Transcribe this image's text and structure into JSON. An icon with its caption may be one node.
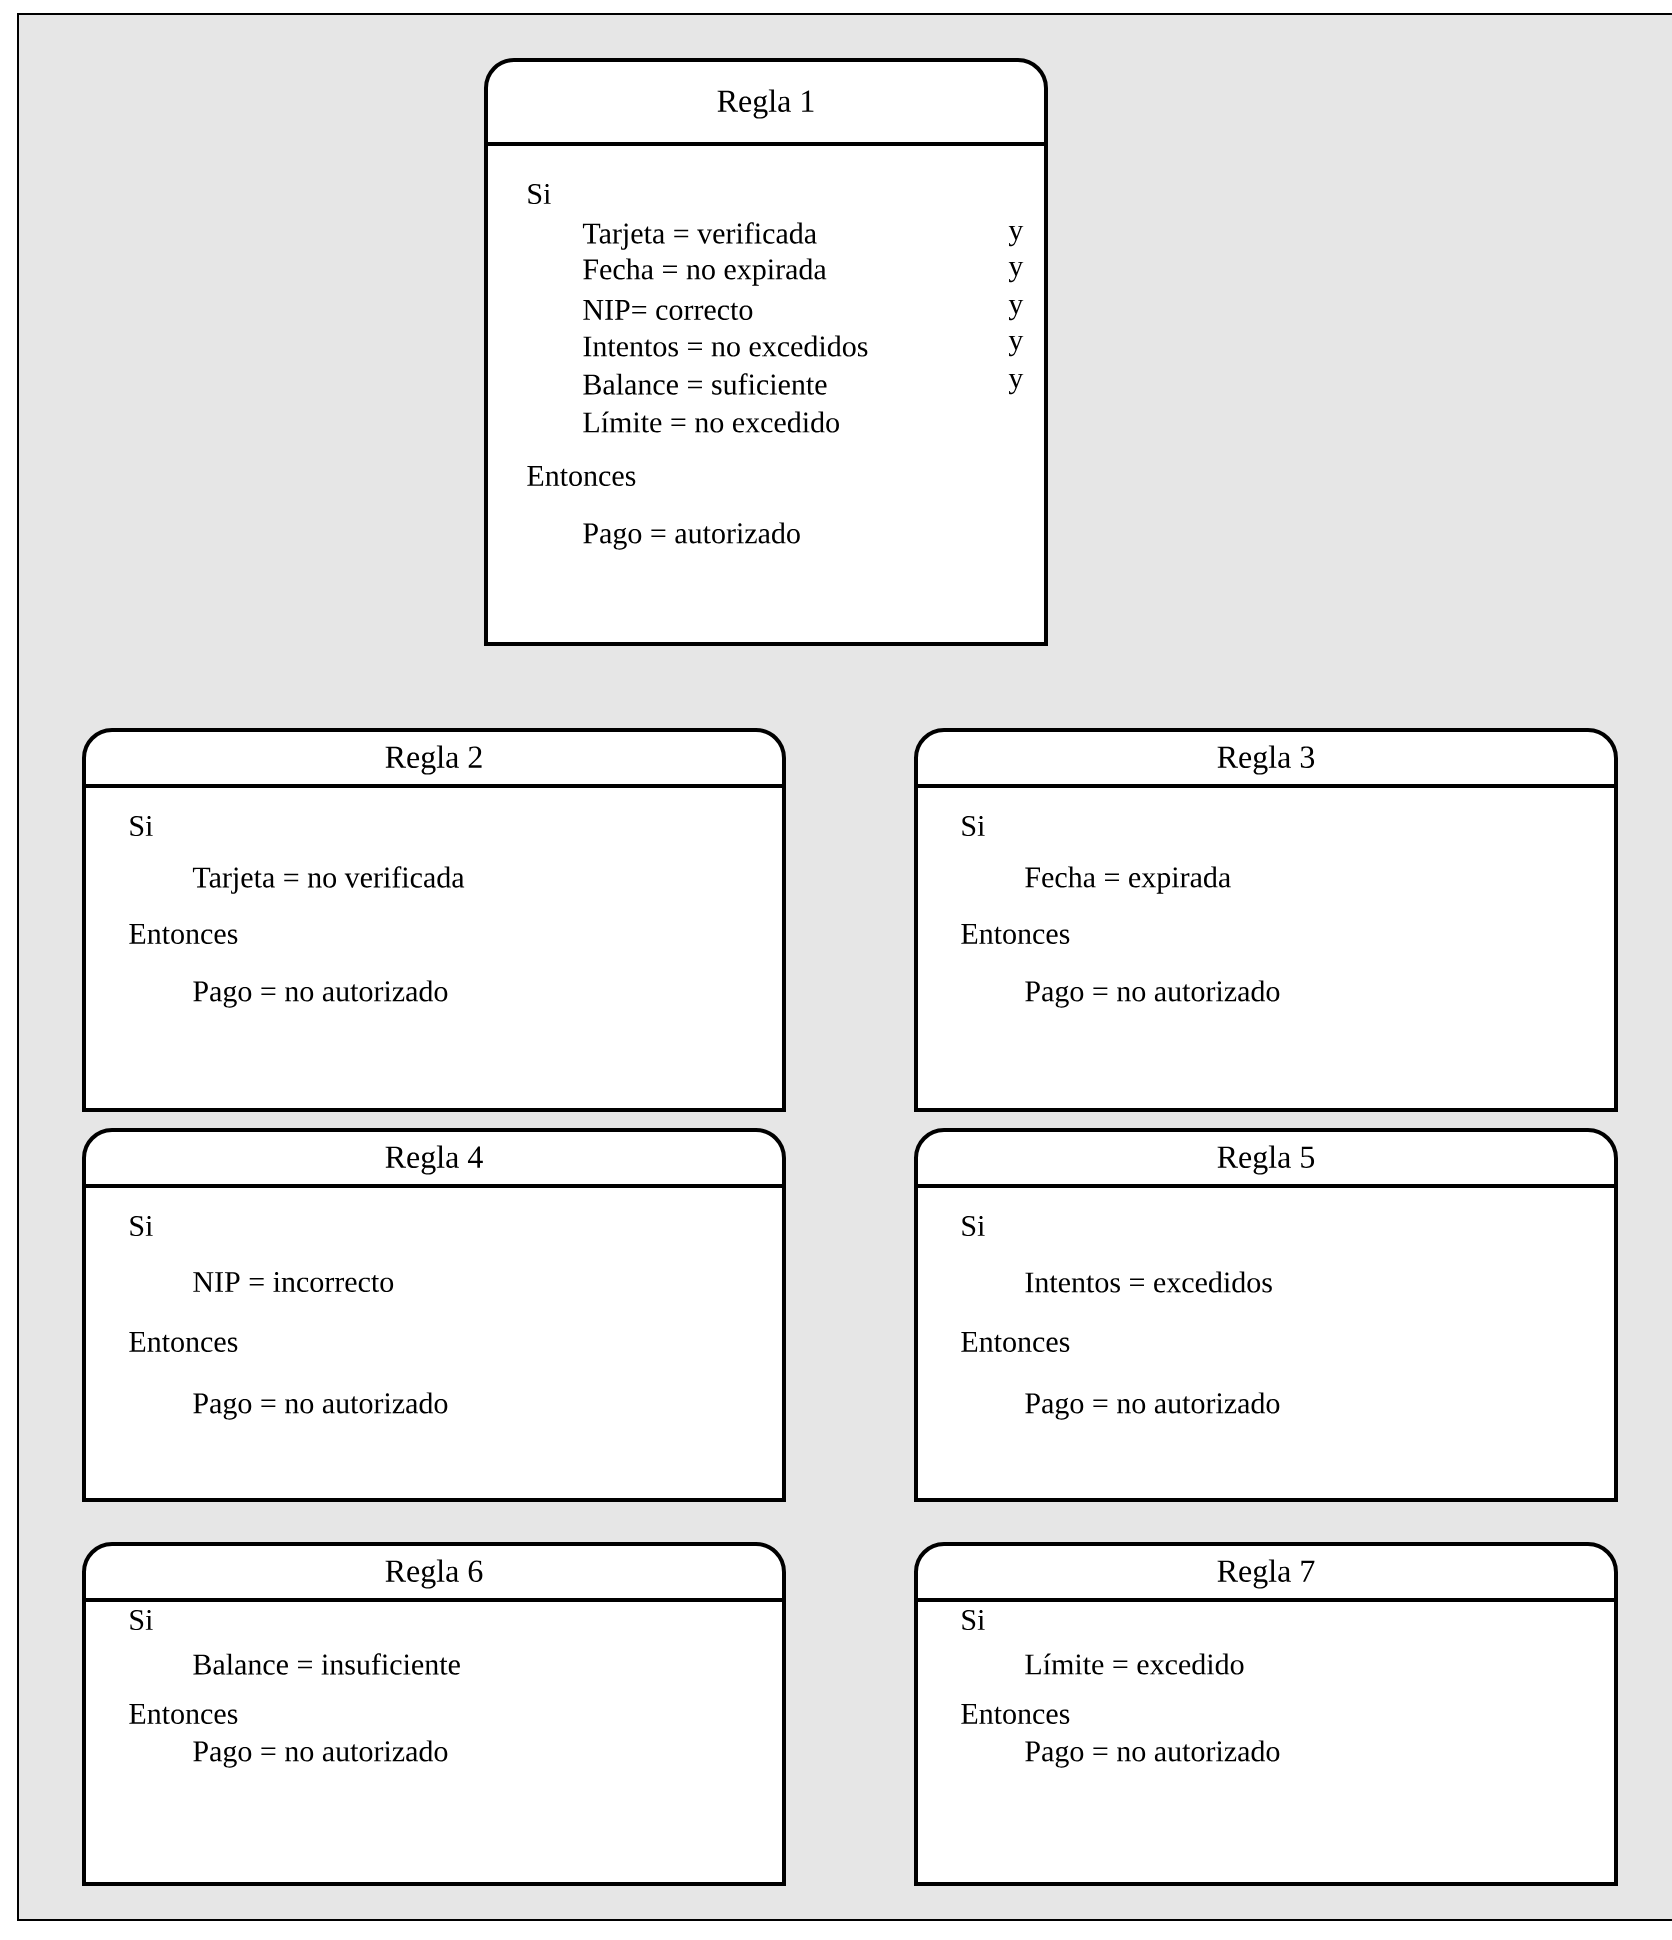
{
  "diagram": {
    "nodes": [
      {
        "text": [
          "Regla 1",
          "Si",
          "Tarjeta = verificada",
          "y",
          "Fecha = no expirada",
          "y",
          "NIP= correcto",
          "y",
          "Intentos = no excedidos",
          "y",
          "Balance = suficiente",
          "y",
          "Límite = no excedido",
          "Entonces",
          "Pago = autorizado"
        ]
      },
      {
        "text": [
          "Regla 2",
          "Si",
          "Tarjeta = no verificada",
          "Entonces",
          "Pago = no autorizado"
        ]
      },
      {
        "text": [
          "Regla 3",
          "Si",
          "Fecha = expirada",
          "Entonces",
          "Pago = no autorizado"
        ]
      },
      {
        "text": [
          "Regla 4",
          "Si",
          "NIP = incorrecto",
          "Entonces",
          "Pago = no autorizado"
        ]
      },
      {
        "text": [
          "Regla 5",
          "Si",
          "Intentos = excedidos",
          "Entonces",
          "Pago = no autorizado"
        ]
      },
      {
        "text": [
          "Regla 6",
          "Si",
          "Balance = insuficiente",
          "Entonces",
          "Pago = no autorizado"
        ]
      },
      {
        "text": [
          "Regla 7",
          "Si",
          "Límite = excedido",
          "Entonces",
          "Pago = no autorizado"
        ]
      }
    ]
  }
}
